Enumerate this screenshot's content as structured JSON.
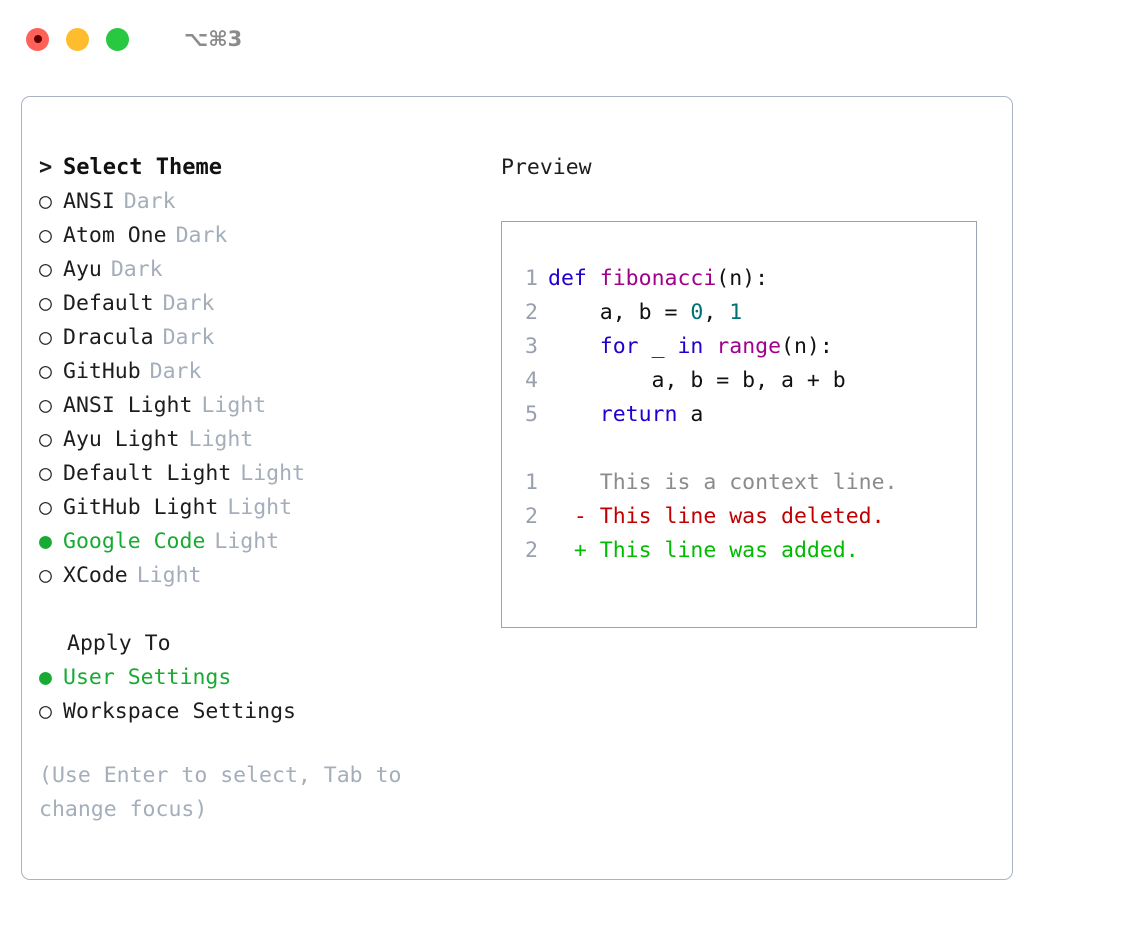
{
  "titlebar": {
    "shortcut": "⌥⌘3",
    "lights": [
      {
        "name": "close",
        "color": "#ff6058"
      },
      {
        "name": "minimize",
        "color": "#ffbd2e"
      },
      {
        "name": "maximize",
        "color": "#28c840"
      }
    ]
  },
  "theme_picker": {
    "header_marker": ">",
    "header": "Select Theme",
    "selected_bullet": "●",
    "unselected_bullet": "○",
    "selected_color": "#18ab33",
    "kind_color": "#a4aebb",
    "items": [
      {
        "name": "ANSI",
        "kind": "Dark",
        "selected": false
      },
      {
        "name": "Atom One",
        "kind": "Dark",
        "selected": false
      },
      {
        "name": "Ayu",
        "kind": "Dark",
        "selected": false
      },
      {
        "name": "Default",
        "kind": "Dark",
        "selected": false
      },
      {
        "name": "Dracula",
        "kind": "Dark",
        "selected": false
      },
      {
        "name": "GitHub",
        "kind": "Dark",
        "selected": false
      },
      {
        "name": "ANSI Light",
        "kind": "Light",
        "selected": false
      },
      {
        "name": "Ayu Light",
        "kind": "Light",
        "selected": false
      },
      {
        "name": "Default Light",
        "kind": "Light",
        "selected": false
      },
      {
        "name": "GitHub Light",
        "kind": "Light",
        "selected": false
      },
      {
        "name": "Google Code",
        "kind": "Light",
        "selected": true
      },
      {
        "name": "XCode",
        "kind": "Light",
        "selected": false
      }
    ]
  },
  "apply_to": {
    "header": "Apply To",
    "items": [
      {
        "name": "User Settings",
        "selected": true
      },
      {
        "name": "Workspace Settings",
        "selected": false
      }
    ]
  },
  "hint": "(Use Enter to select, Tab to change focus)",
  "preview": {
    "title": "Preview",
    "code_lines": [
      {
        "num": "1",
        "tokens": [
          {
            "t": "def",
            "c": "kw"
          },
          {
            "t": " ",
            "c": "pl"
          },
          {
            "t": "fibonacci",
            "c": "fn"
          },
          {
            "t": "(n):",
            "c": "pl"
          }
        ]
      },
      {
        "num": "2",
        "tokens": [
          {
            "t": "    a, b = ",
            "c": "pl"
          },
          {
            "t": "0",
            "c": "num"
          },
          {
            "t": ", ",
            "c": "pl"
          },
          {
            "t": "1",
            "c": "num"
          }
        ]
      },
      {
        "num": "3",
        "tokens": [
          {
            "t": "    ",
            "c": "pl"
          },
          {
            "t": "for",
            "c": "kw"
          },
          {
            "t": " _ ",
            "c": "pl"
          },
          {
            "t": "in",
            "c": "kw"
          },
          {
            "t": " ",
            "c": "pl"
          },
          {
            "t": "range",
            "c": "fn"
          },
          {
            "t": "(n):",
            "c": "pl"
          }
        ]
      },
      {
        "num": "4",
        "tokens": [
          {
            "t": "        a, b = b, a + b",
            "c": "pl"
          }
        ]
      },
      {
        "num": "5",
        "tokens": [
          {
            "t": "    ",
            "c": "pl"
          },
          {
            "t": "return",
            "c": "kw"
          },
          {
            "t": " a",
            "c": "pl"
          }
        ]
      }
    ],
    "diff_lines": [
      {
        "num": "1",
        "sign": " ",
        "text": " This is a context line.",
        "kind": "ctx"
      },
      {
        "num": "2",
        "sign": "-",
        "text": " This line was deleted.",
        "kind": "del"
      },
      {
        "num": "2",
        "sign": "+",
        "text": " This line was added.",
        "kind": "add"
      }
    ],
    "colors": {
      "keyword": "#2000d0",
      "function": "#a0008c",
      "number": "#007070",
      "plain": "#111111",
      "linenumber": "#98a0ae",
      "diff_context": "#8b8b8b",
      "diff_deleted": "#c00000",
      "diff_added": "#00bb00"
    }
  }
}
